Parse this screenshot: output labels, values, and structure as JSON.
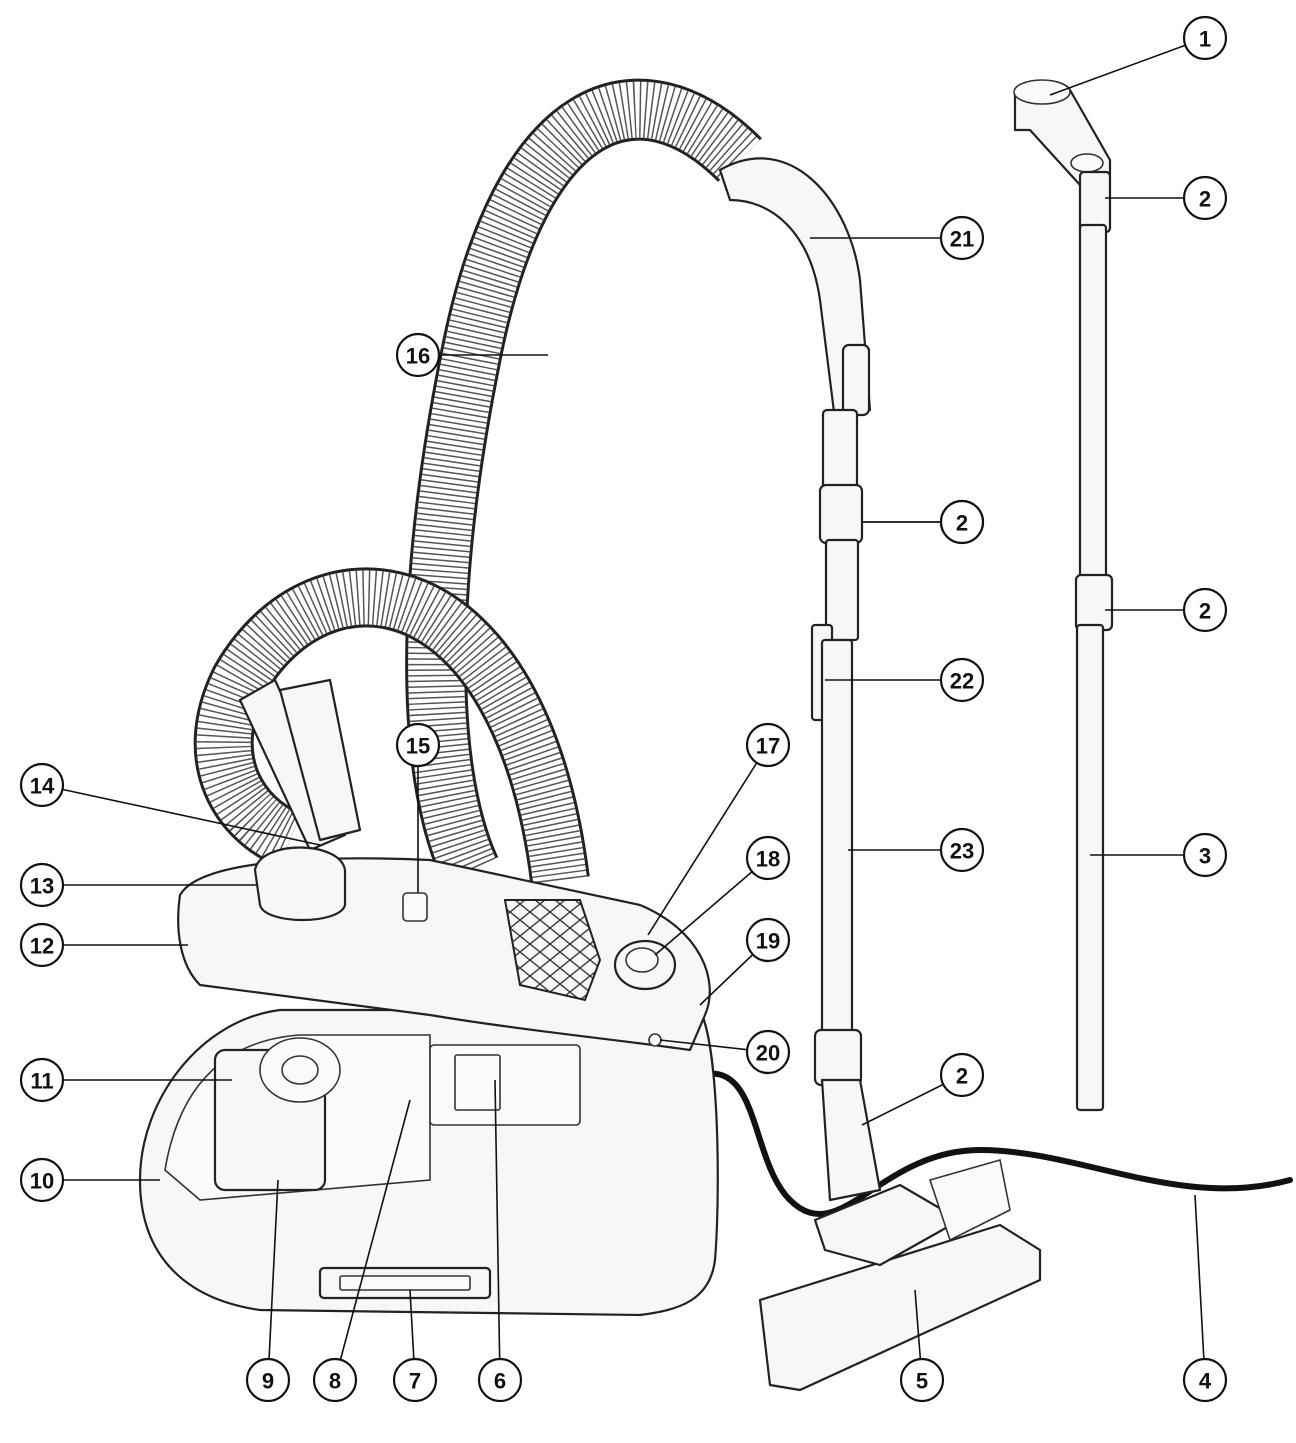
{
  "callouts": [
    {
      "label": "1"
    },
    {
      "label": "2"
    },
    {
      "label": "2"
    },
    {
      "label": "2"
    },
    {
      "label": "2"
    },
    {
      "label": "3"
    },
    {
      "label": "4"
    },
    {
      "label": "5"
    },
    {
      "label": "6"
    },
    {
      "label": "7"
    },
    {
      "label": "8"
    },
    {
      "label": "9"
    },
    {
      "label": "10"
    },
    {
      "label": "11"
    },
    {
      "label": "12"
    },
    {
      "label": "13"
    },
    {
      "label": "14"
    },
    {
      "label": "15"
    },
    {
      "label": "16"
    },
    {
      "label": "17"
    },
    {
      "label": "18"
    },
    {
      "label": "19"
    },
    {
      "label": "20"
    },
    {
      "label": "21"
    },
    {
      "label": "2"
    },
    {
      "label": "22"
    },
    {
      "label": "23"
    }
  ]
}
